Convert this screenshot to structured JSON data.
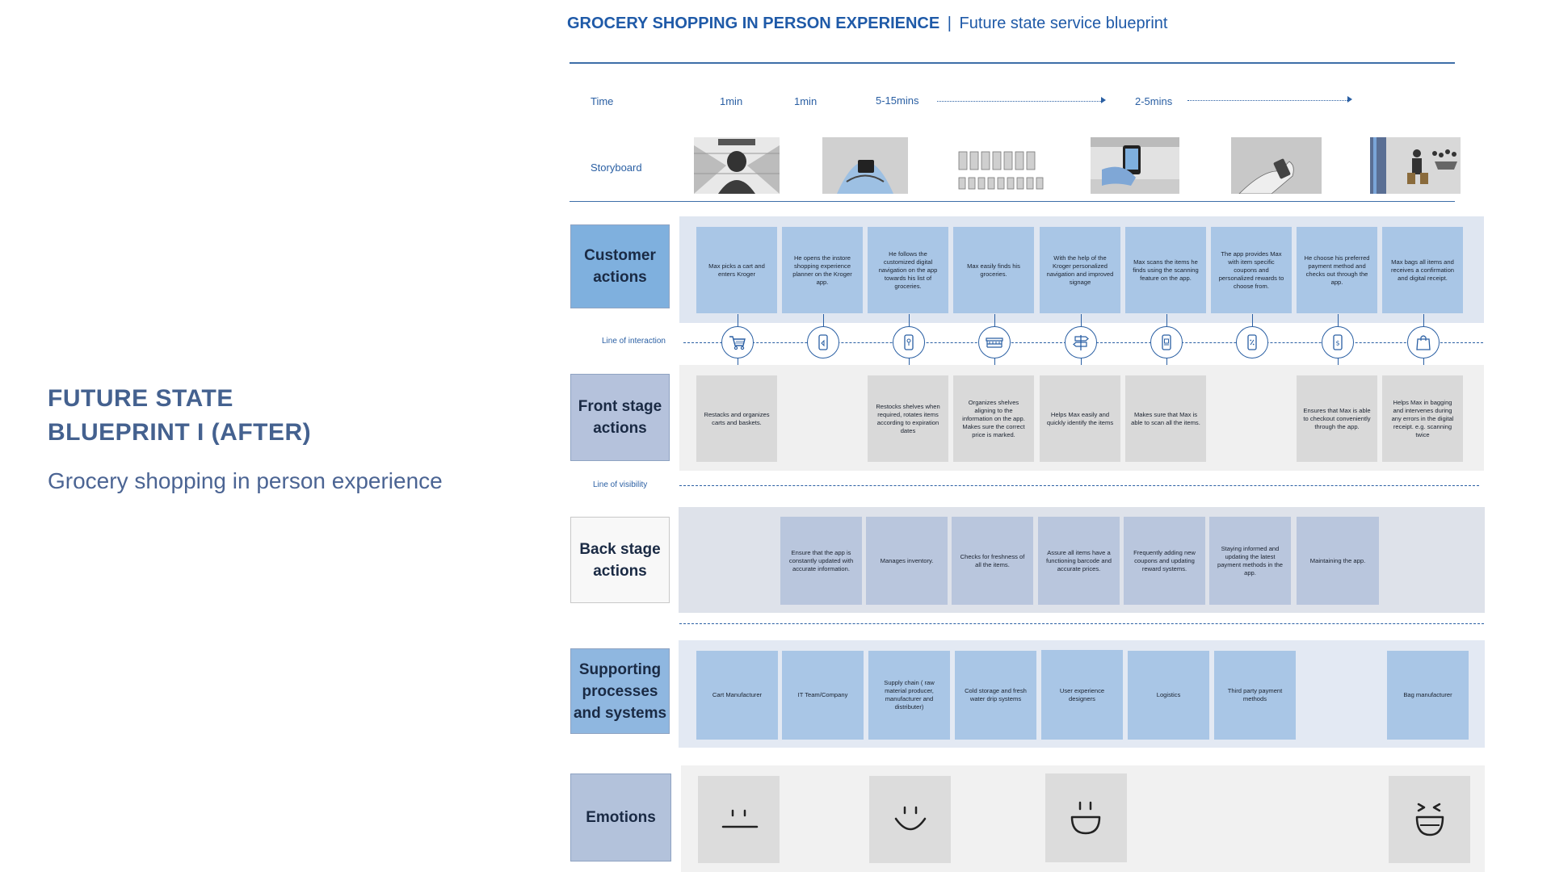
{
  "left": {
    "title_line1": "FUTURE STATE",
    "title_line2": "BLUEPRINT I (AFTER)",
    "subtitle": "Grocery shopping in person experience"
  },
  "header": {
    "main": "GROCERY SHOPPING IN PERSON EXPERIENCE",
    "separator": "|",
    "sub": "Future state service blueprint"
  },
  "labels": {
    "time": "Time",
    "storyboard": "Storyboard",
    "line_of_interaction": "Line of interaction",
    "line_of_visibility": "Line of visibility"
  },
  "times": [
    "1min",
    "1min",
    "5-15mins",
    "2-5mins"
  ],
  "lanes": {
    "customer": "Customer actions",
    "front": "Front stage actions",
    "back": "Back stage actions",
    "support": "Supporting processes and systems",
    "emotions": "Emotions"
  },
  "customer_actions": [
    "Max picks a cart and enters Kroger",
    "He opens the instore shopping experience planner on the Kroger app.",
    "He follows the customized digital navigation on the app towards his list of groceries.",
    "Max easily finds his groceries.",
    "With the help of the Kroger personalized navigation and improved signage",
    "Max scans the items he finds using the scanning feature on the app.",
    "The app provides Max with item specific coupons and personalized rewards to choose from.",
    "He choose his preferred payment method and checks out through the app.",
    "Max bags all items and receives a confirmation and digital receipt."
  ],
  "front_stage": [
    "Restacks and organizes carts and baskets.",
    "Restocks shelves when required, rotates items according to expiration dates",
    "Organizes shelves aligning to the information on the app. Makes sure the correct price is marked.",
    "Helps Max easily and quickly identify the items",
    "Makes sure that Max is able to scan all the items.",
    "Ensures that Max is able to checkout conveniently through the app.",
    "Helps Max in bagging and intervenes during any errors in the digital receipt. e.g. scanning twice"
  ],
  "back_stage": [
    "Ensure that the app is constantly updated with accurate information.",
    "Manages inventory.",
    "Checks for freshness of all the items.",
    "Assure all items have a functioning barcode and accurate prices.",
    "Frequently adding new coupons and updating reward systems.",
    "Staying informed and updating the latest payment methods in the app.",
    "Maintaining the app."
  ],
  "supporting": [
    "Cart Manufacturer",
    "IT Team/Company",
    "Supply chain ( raw material producer, manufacturer and distributer)",
    "Cold storage and fresh water drip systems",
    "User experience designers",
    "Logistics",
    "Third party payment methods",
    "Bag manufacturer"
  ],
  "icons": [
    "cart-icon",
    "app-open-icon",
    "phone-navigation-icon",
    "shelf-icon",
    "signpost-icon",
    "scan-icon",
    "coupon-icon",
    "payment-icon",
    "bag-icon"
  ],
  "emotions": [
    "neutral-face-icon",
    "smile-face-icon",
    "happy-face-icon",
    "laughing-face-icon"
  ],
  "colors": {
    "accent": "#2a5fa3",
    "customer_card": "#a9c6e6",
    "front_card": "#d9d9d9",
    "back_card": "#b9c6dd",
    "customer_header": "#7fb0de",
    "front_header": "#b5c2dc"
  }
}
